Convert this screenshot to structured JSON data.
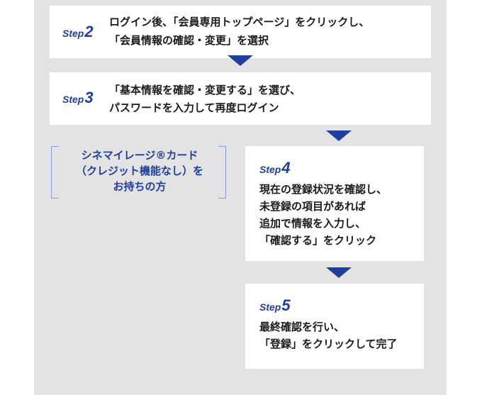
{
  "steps": {
    "step2": {
      "word": "Step",
      "num": "2",
      "line1": "ログイン後、「会員専用トップページ」をクリックし、",
      "line2": "「会員情報の確認・変更」を選択"
    },
    "step3": {
      "word": "Step",
      "num": "3",
      "line1": "「基本情報を確認・変更する」を選び、",
      "line2": "パスワードを入力して再度ログイン"
    },
    "step4": {
      "word": "Step",
      "num": "4",
      "line1": "現在の登録状況を確認し、",
      "line2": "未登録の項目があれば",
      "line3": "追加で情報を入力し、",
      "line4": "「確認する」をクリック"
    },
    "step5": {
      "word": "Step",
      "num": "5",
      "line1": "最終確認を行い、",
      "line2": "「登録」をクリックして完了"
    }
  },
  "cinema_note": {
    "line1": "シネマイレージ®カード",
    "line2": "（クレジット機能なし）を",
    "line3": "お持ちの方"
  },
  "colors": {
    "accent": "#1f3f9d",
    "panel": "#e3e3e3"
  },
  "icons": [
    "down-arrow-icon"
  ]
}
